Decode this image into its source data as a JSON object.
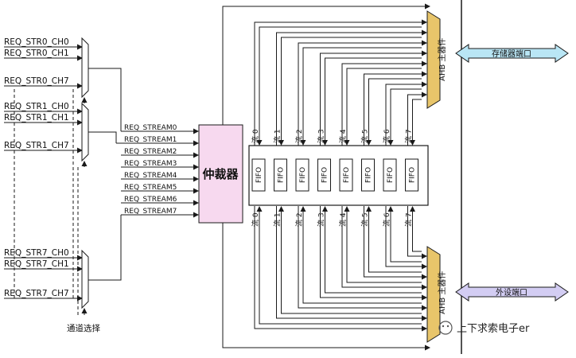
{
  "diagram": {
    "request_groups": [
      {
        "ch0": "REQ_STR0_CH0",
        "ch1": "REQ_STR0_CH1",
        "ch7": "REQ_STR0_CH7"
      },
      {
        "ch0": "REQ_STR1_CH0",
        "ch1": "REQ_STR1_CH1",
        "ch7": "REQ_STR1_CH7"
      },
      {
        "ch0": "REQ_STR7_CH0",
        "ch1": "REQ_STR7_CH1",
        "ch7": "REQ_STR7_CH7"
      }
    ],
    "channel_select_label": "通道选择",
    "request_streams": [
      "REQ_STREAM0",
      "REQ_STREAM1",
      "REQ_STREAM2",
      "REQ_STREAM3",
      "REQ_STREAM4",
      "REQ_STREAM5",
      "REQ_STREAM6",
      "REQ_STREAM7"
    ],
    "arbiter_label": "仲裁器",
    "stream_prefix": "流",
    "stream_numbers": [
      "0",
      "1",
      "2",
      "3",
      "4",
      "5",
      "6",
      "7"
    ],
    "fifo_label": "FIFO",
    "ahb_label": "AHB 主器件",
    "memory_port_label": "存储器端口",
    "peripheral_port_label": "外设端口",
    "watermark_text": "上下求索电子er",
    "colors": {
      "arbiter_fill": "#f7d9ef",
      "ahb_fill": "#e8c56a",
      "memory_port_fill": "#b9e6f5",
      "peripheral_port_fill": "#d3cdf3",
      "line": "#1a1a1a"
    }
  }
}
